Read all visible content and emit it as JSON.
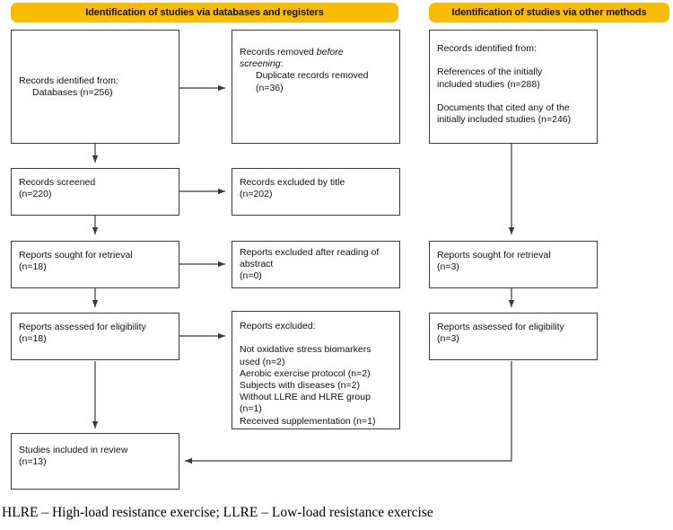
{
  "figure": {
    "type": "prisma-flow-diagram",
    "banners": {
      "left": "Identification of studies via databases and registers",
      "right": "Identification of studies via other methods"
    },
    "footnote": "HLRE – High-load resistance exercise; LLRE – Low-load resistance exercise",
    "colors": {
      "banner_fill": "#FABC02",
      "banner_text": "#121212",
      "box_border": "#3a3a3a",
      "box_fill": "#ffffff",
      "wire": "#3a3a3a",
      "text": "#111111"
    }
  },
  "boxes": {
    "records_identified_db": {
      "line1": "Records identified from:",
      "line2": "Databases (n=256)"
    },
    "records_removed": {
      "line1_a": "Records removed ",
      "line1_italic": "before",
      "line2_italic": "screening",
      "line2_b": ":",
      "line3": "Duplicate records removed",
      "line4": "(n=36)"
    },
    "records_identified_other": {
      "line1": "Records identified from:",
      "line2": "References of the initially",
      "line3": "included studies (n=288)",
      "line4": "Documents that cited any of the",
      "line5": "initially included studies (n=246)"
    },
    "records_screened": {
      "line1": "Records screened",
      "line2": "(n=220)"
    },
    "records_excluded_title": {
      "line1": "Records excluded by title",
      "line2": "(n=202)"
    },
    "reports_sought_left": {
      "line1": "Reports sought for retrieval",
      "line2": "(n=18)"
    },
    "reports_excluded_abstract": {
      "line1": "Reports excluded after reading of",
      "line2": "abstract",
      "line3": "(n=0)"
    },
    "reports_sought_right": {
      "line1": "Reports sought for retrieval",
      "line2": "(n=3)"
    },
    "reports_assessed_left": {
      "line1": "Reports assessed for eligibility",
      "line2": "(n=18)"
    },
    "reports_excluded_reasons": {
      "heading": "Reports excluded:",
      "reasons": [
        "Not oxidative stress biomarkers",
        "used (n=2)",
        "Aerobic exercise protocol (n=2)",
        "Subjects with diseases (n=2)",
        "Without LLRE and HLRE group",
        "(n=1)",
        "Received supplementation (n=1)"
      ]
    },
    "reports_assessed_right": {
      "line1": "Reports assessed for eligibility",
      "line2": "(n=3)"
    },
    "studies_included": {
      "line1": "Studies included in review",
      "line2": "(n=13)"
    }
  },
  "chart_data": {
    "type": "diagram",
    "title": "PRISMA 2020 flow diagram",
    "nodes": [
      {
        "id": "identified_databases",
        "label": "Records identified from: Databases",
        "n": 256,
        "column": "databases"
      },
      {
        "id": "duplicates_removed",
        "label": "Duplicate records removed",
        "n": 36,
        "column": "databases"
      },
      {
        "id": "identified_other_references",
        "label": "References of the initially included studies",
        "n": 288,
        "column": "other"
      },
      {
        "id": "identified_other_citing",
        "label": "Documents that cited any of the initially included studies",
        "n": 246,
        "column": "other"
      },
      {
        "id": "screened",
        "label": "Records screened",
        "n": 220,
        "column": "databases"
      },
      {
        "id": "excluded_by_title",
        "label": "Records excluded by title",
        "n": 202,
        "column": "databases"
      },
      {
        "id": "sought_left",
        "label": "Reports sought for retrieval",
        "n": 18,
        "column": "databases"
      },
      {
        "id": "excluded_abstract",
        "label": "Reports excluded after reading of abstract",
        "n": 0,
        "column": "databases"
      },
      {
        "id": "assessed_left",
        "label": "Reports assessed for eligibility",
        "n": 18,
        "column": "databases"
      },
      {
        "id": "sought_right",
        "label": "Reports sought for retrieval",
        "n": 3,
        "column": "other"
      },
      {
        "id": "assessed_right",
        "label": "Reports assessed for eligibility",
        "n": 3,
        "column": "other"
      },
      {
        "id": "included",
        "label": "Studies included in review",
        "n": 13,
        "column": "final"
      }
    ],
    "exclusion_reasons": [
      {
        "reason": "Not oxidative stress biomarkers used",
        "n": 2
      },
      {
        "reason": "Aerobic exercise protocol",
        "n": 2
      },
      {
        "reason": "Subjects with diseases",
        "n": 2
      },
      {
        "reason": "Without LLRE and HLRE group",
        "n": 1
      },
      {
        "reason": "Received supplementation",
        "n": 1
      }
    ]
  }
}
